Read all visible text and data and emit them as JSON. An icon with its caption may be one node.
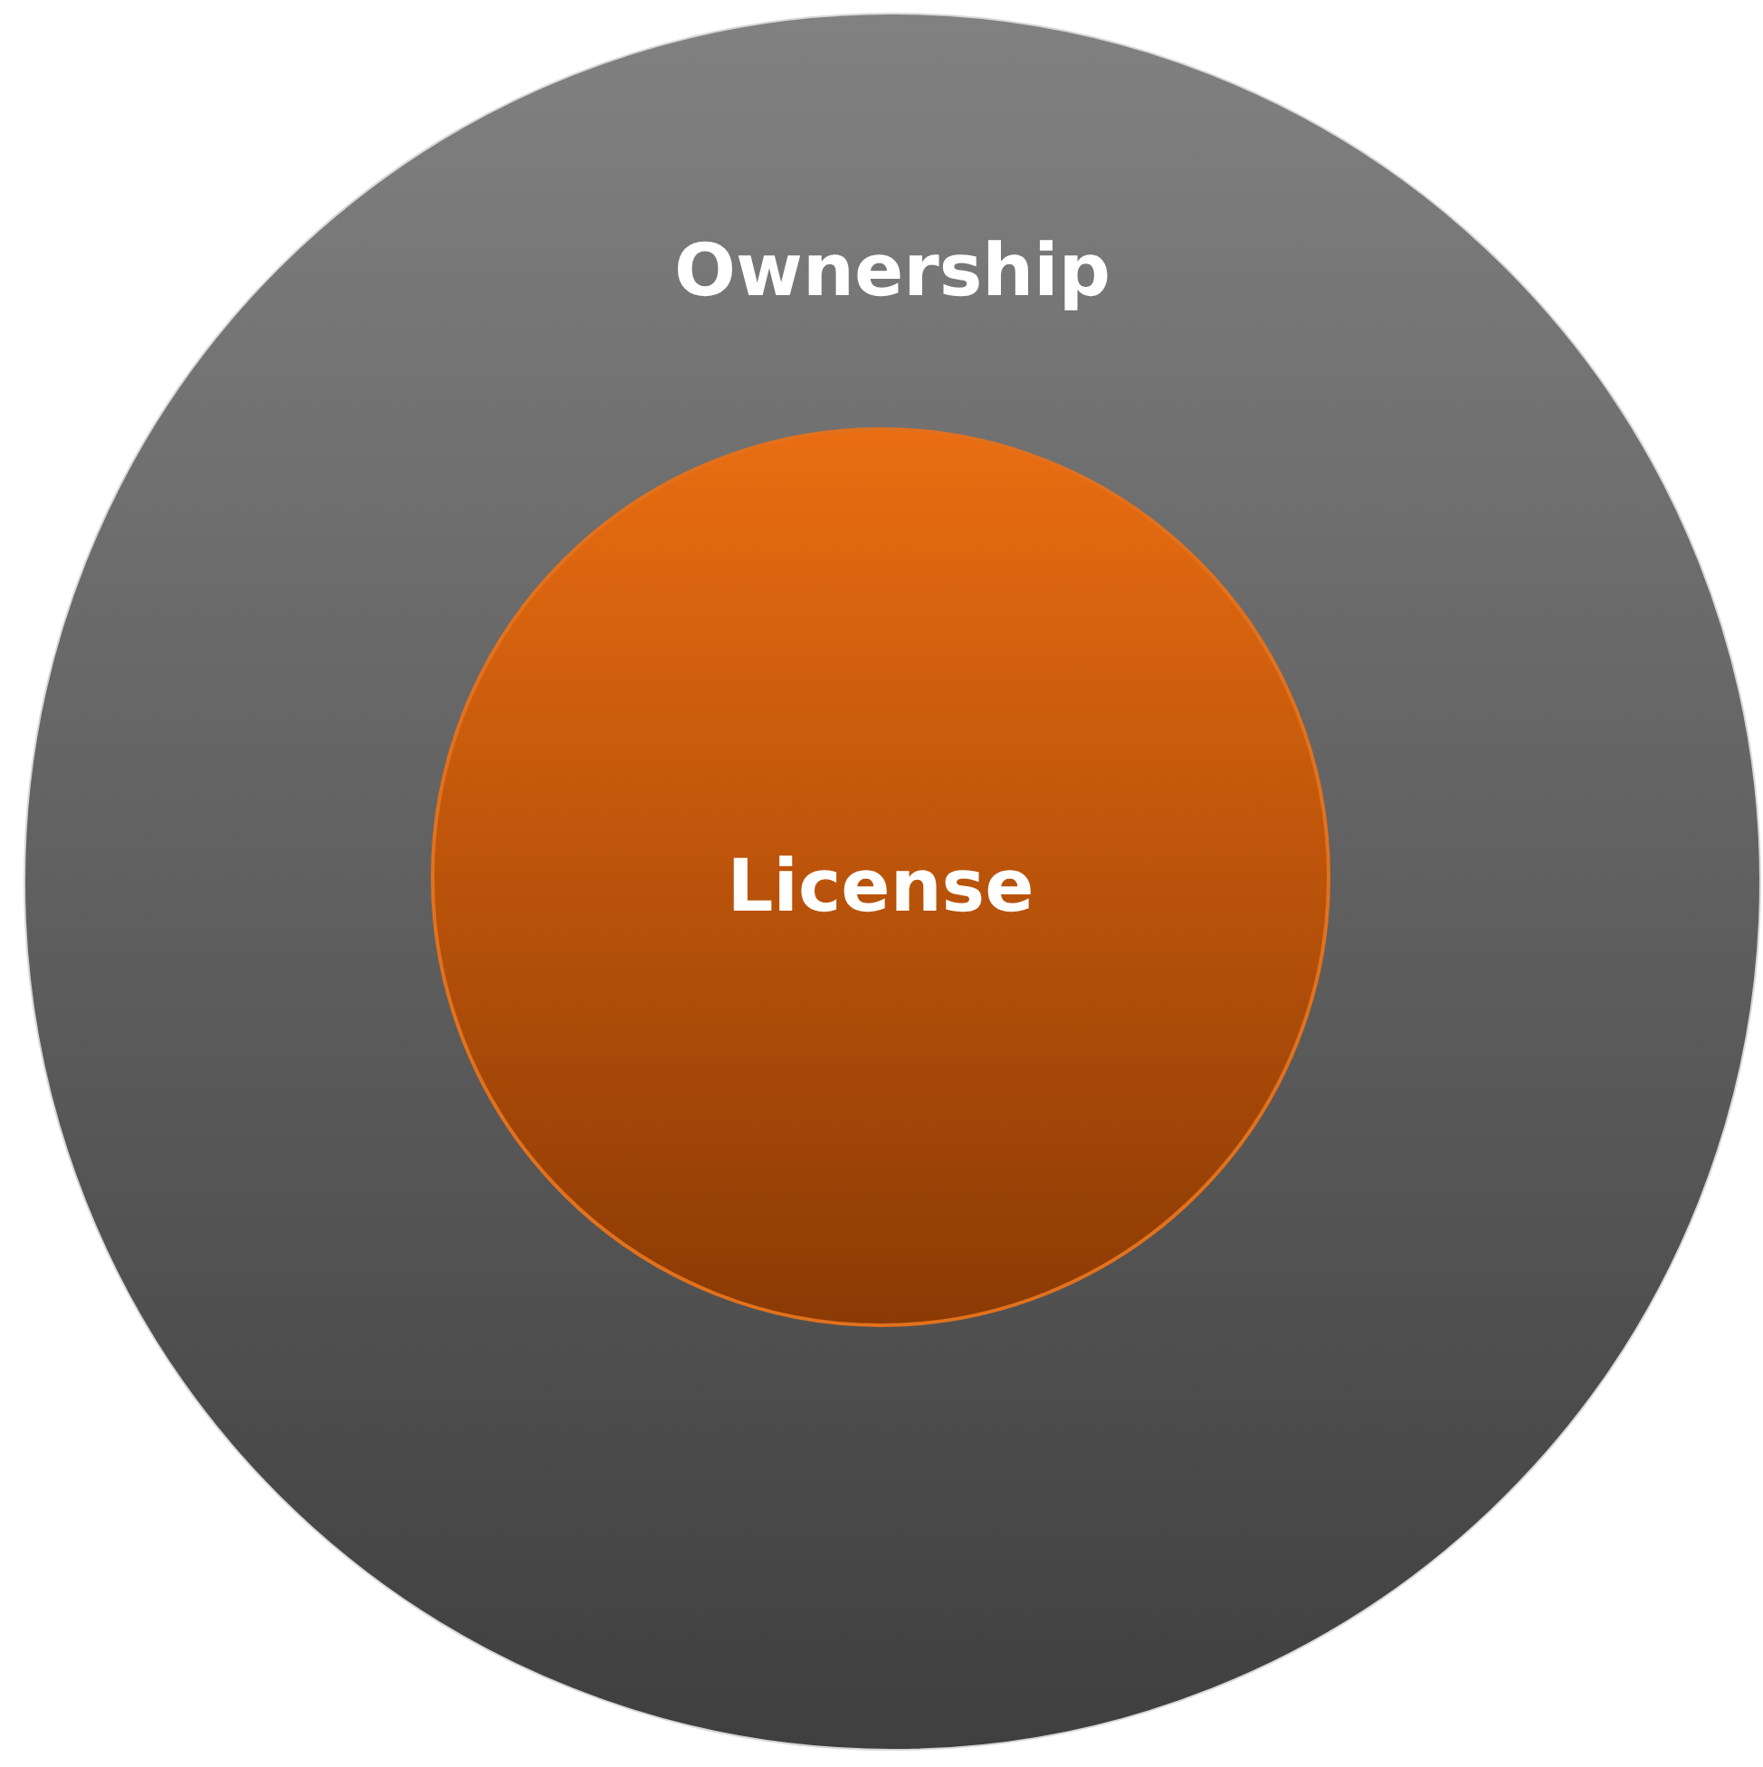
{
  "diagram": {
    "nodes": [
      {
        "text": [
          "Ownership"
        ]
      },
      {
        "text": [
          "License"
        ],
        "in": 0
      }
    ]
  }
}
